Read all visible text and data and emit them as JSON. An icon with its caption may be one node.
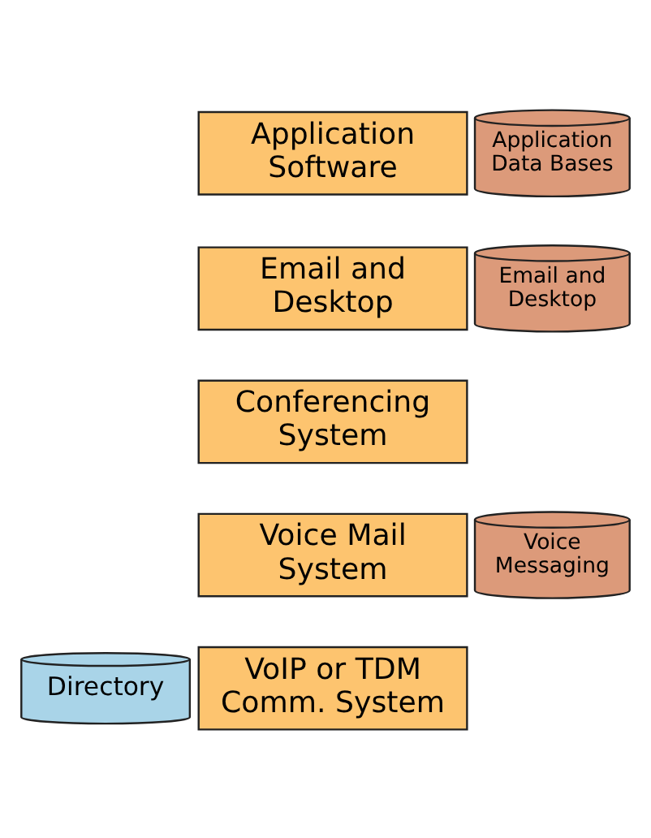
{
  "diagram": {
    "nodes": [
      {
        "text": [
          "Application Software"
        ]
      },
      {
        "text": [
          "Application Data Bases"
        ]
      },
      {
        "text": [
          "Email and Desktop"
        ]
      },
      {
        "text": [
          "Email and Desktop"
        ]
      },
      {
        "text": [
          "Conferencing System"
        ]
      },
      {
        "text": [
          "Voice Mail System"
        ]
      },
      {
        "text": [
          "Voice Messaging"
        ]
      },
      {
        "text": [
          "Directory"
        ]
      },
      {
        "text": [
          "VoIP or TDM Comm. System"
        ]
      }
    ]
  }
}
